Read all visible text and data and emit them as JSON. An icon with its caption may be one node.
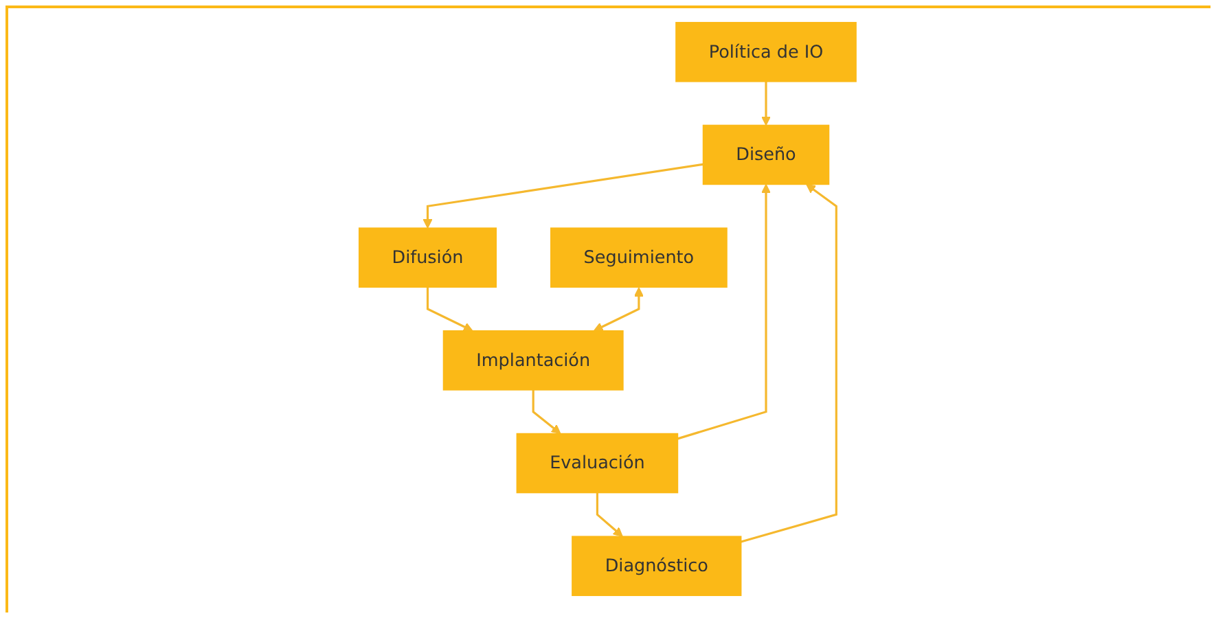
{
  "diagram": {
    "nodes": [
      {
        "text": [
          "Política de IO"
        ]
      },
      {
        "text": [
          "Diagnóstico"
        ]
      },
      {
        "text": [
          "Diseño"
        ]
      },
      {
        "text": [
          "Difusión"
        ]
      },
      {
        "text": [
          "Seguimiento"
        ]
      },
      {
        "text": [
          "Implantación"
        ]
      },
      {
        "text": [
          "Evaluación"
        ]
      }
    ],
    "edges": [
      {
        "from": 0,
        "to": 2,
        "arrow": "to"
      },
      {
        "from": 1,
        "to": 2,
        "arrow": "to"
      },
      {
        "from": 2,
        "to": 3,
        "arrow": "to"
      },
      {
        "from": 3,
        "to": 5,
        "arrow": "to"
      },
      {
        "from": 4,
        "to": 5,
        "arrow": "both"
      },
      {
        "from": 5,
        "to": 6,
        "arrow": "to"
      },
      {
        "from": 6,
        "to": 1,
        "arrow": "to"
      },
      {
        "from": 6,
        "to": 2,
        "arrow": "to"
      }
    ]
  }
}
